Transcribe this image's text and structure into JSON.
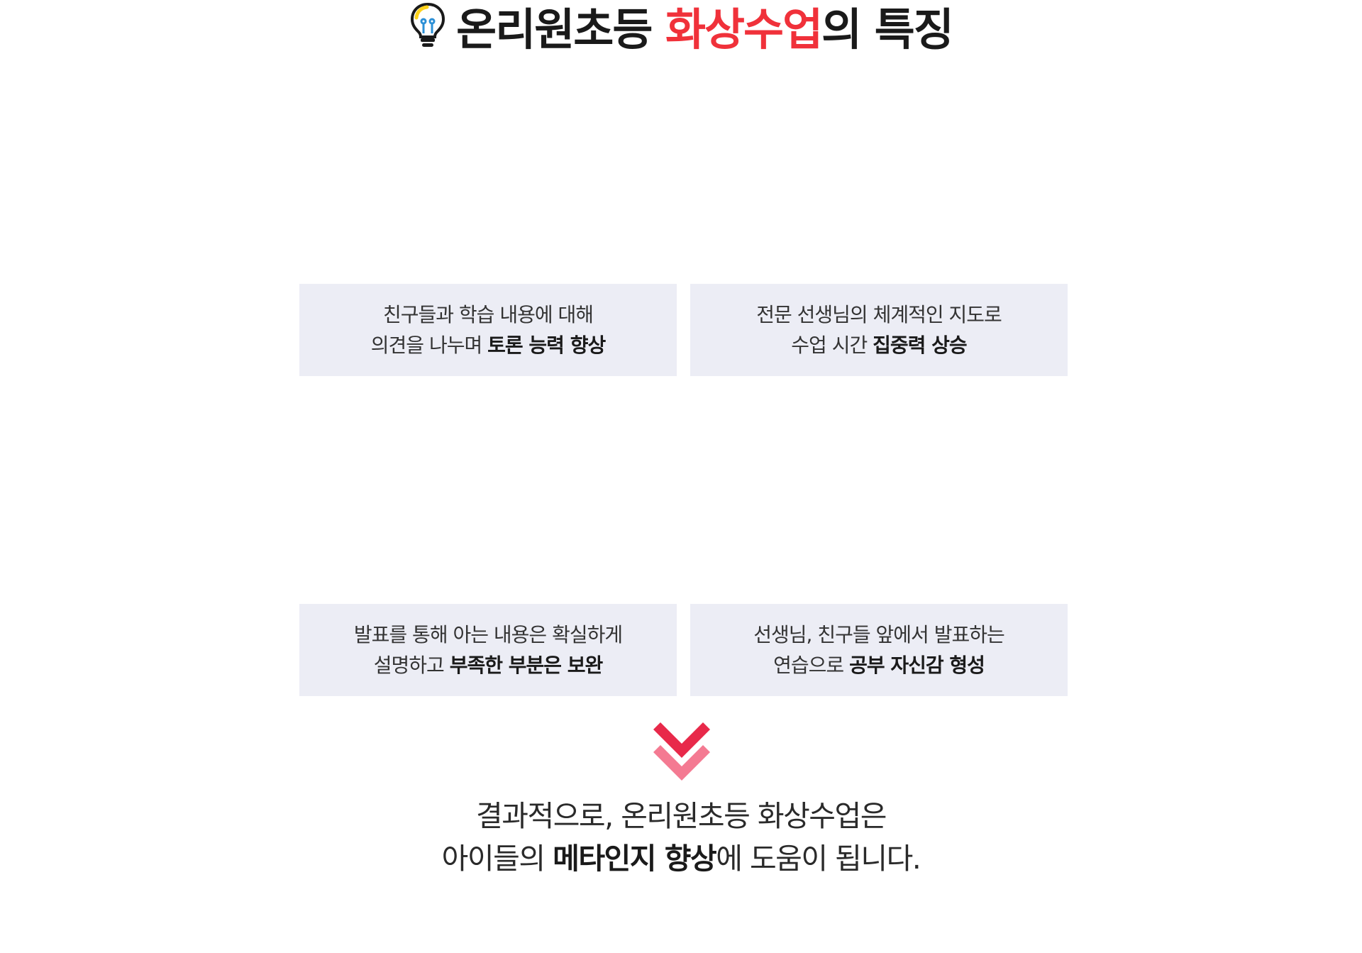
{
  "title": {
    "part1": "온리원초등 ",
    "accent": "화상수업",
    "part2": "의 특징",
    "icon": "lightbulb-icon"
  },
  "cards": [
    {
      "line1": "친구들과 학습 내용에 대해",
      "line2_normal": "의견을 나누며 ",
      "line2_bold": "토론 능력 향상"
    },
    {
      "line1": "전문 선생님의 체계적인 지도로",
      "line2_normal": "수업 시간 ",
      "line2_bold": "집중력 상승"
    },
    {
      "line1": "발표를 통해 아는 내용은 확실하게",
      "line2_normal": "설명하고 ",
      "line2_bold": "부족한 부분은 보완"
    },
    {
      "line1": "선생님, 친구들 앞에서 발표하는",
      "line2_normal": "연습으로 ",
      "line2_bold": "공부 자신감 형성"
    }
  ],
  "arrow": {
    "icon": "double-chevron-down-icon"
  },
  "conclusion": {
    "line1": "결과적으로, 온리원초등 화상수업은",
    "line2_before": "아이들의 ",
    "line2_bold": "메타인지 향상",
    "line2_after": "에 도움이 됩니다."
  },
  "colors": {
    "accent": "#f0313a",
    "card_bg": "#ecedf5",
    "arrow_top": "#e8294a",
    "arrow_bottom": "#f47a92"
  }
}
